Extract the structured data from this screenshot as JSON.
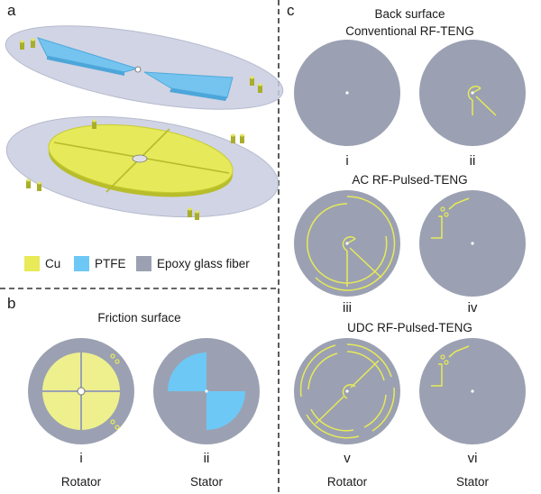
{
  "panel_a": {
    "letter": "a",
    "legend": [
      {
        "label": "Cu",
        "color": "#e8ea58"
      },
      {
        "label": "PTFE",
        "color": "#6ec8f5"
      },
      {
        "label": "Epoxy glass fiber",
        "color": "#9ba1b2"
      }
    ]
  },
  "panel_b": {
    "letter": "b",
    "title": "Friction surface",
    "items": [
      {
        "numeral": "i",
        "caption": "Rotator"
      },
      {
        "numeral": "ii",
        "caption": "Stator"
      }
    ]
  },
  "panel_c": {
    "letter": "c",
    "title": "Back surface",
    "groups": [
      {
        "title": "Conventional RF-TENG",
        "numerals": [
          "i",
          "ii"
        ]
      },
      {
        "title": "AC RF-Pulsed-TENG",
        "numerals": [
          "iii",
          "iv"
        ]
      },
      {
        "title": "UDC RF-Pulsed-TENG",
        "numerals": [
          "v",
          "vi"
        ]
      }
    ],
    "captions": [
      "Rotator",
      "Stator"
    ]
  },
  "colors": {
    "copper": "#e8ea58",
    "copper_line": "#d6dc2a",
    "ptfe": "#6ec8f5",
    "epoxy": "#9ba1b2",
    "epoxy_light": "#c3c7d8",
    "divider": "#333333"
  }
}
